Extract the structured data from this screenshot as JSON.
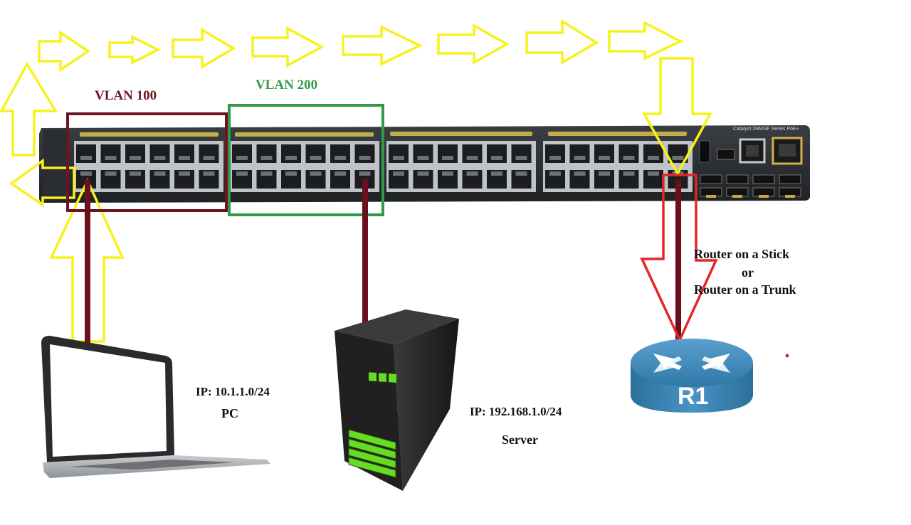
{
  "vlans": [
    {
      "label": "VLAN 100",
      "color": "#6e1420"
    },
    {
      "label": "VLAN 200",
      "color": "#2f9b48"
    }
  ],
  "pc": {
    "ip": "IP: 10.1.1.0/24",
    "name": "PC"
  },
  "server": {
    "ip": "IP: 192.168.1.0/24",
    "name": "Server"
  },
  "router": {
    "name": "R1",
    "caption": [
      "Router on a Stick",
      "or",
      "Router on a Trunk"
    ]
  },
  "switch": {
    "model": "Catalyst 2960SF Series PoE+"
  },
  "colors": {
    "flow_arrow": "#f7f21c",
    "trunk_arrow": "#e32626",
    "link_line": "#6a0f1c",
    "switch_body": "#2c2f33",
    "router_body": "#2f78a8",
    "server_led": "#66dd22"
  },
  "icons": [
    "laptop-icon",
    "server-icon",
    "router-icon",
    "switch-icon"
  ]
}
